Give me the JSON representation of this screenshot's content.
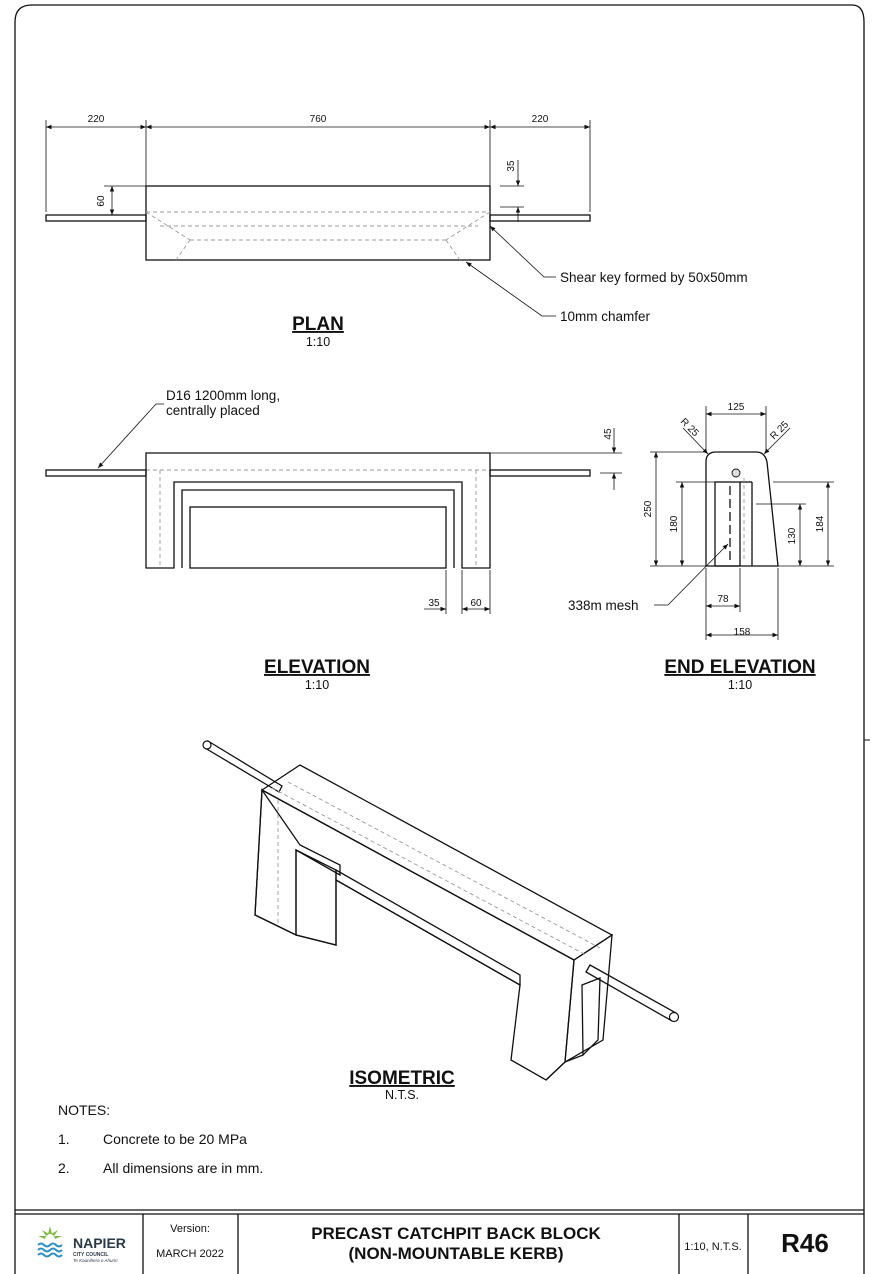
{
  "plan": {
    "title": "PLAN",
    "scale": "1:10",
    "dims": {
      "left": "220",
      "middle": "760",
      "right": "220",
      "edge_top": "35",
      "rod_offset": "60"
    },
    "callout_shear_key": "Shear key formed by 50x50mm",
    "callout_chamfer": "10mm chamfer"
  },
  "elevation": {
    "title": "ELEVATION",
    "scale": "1:10",
    "rod_note_line1": "D16 1200mm long,",
    "rod_note_line2": "centrally placed",
    "dims": {
      "top": "45",
      "leg_inner": "35",
      "leg_outer": "60"
    }
  },
  "end_elevation": {
    "title": "END ELEVATION",
    "scale": "1:10",
    "dims": {
      "top_width": "125",
      "radius_left": "R 25",
      "radius_right": "R 25",
      "height_total": "250",
      "height_inner": "180",
      "height_right_inner": "130",
      "height_right": "184",
      "leg_width": "78",
      "base_width": "158"
    },
    "mesh_note": "338m mesh"
  },
  "isometric": {
    "title": "ISOMETRIC",
    "scale": "N.T.S."
  },
  "notes": {
    "heading": "NOTES:",
    "items": [
      {
        "num": "1.",
        "text": "Concrete to be 20 MPa"
      },
      {
        "num": "2.",
        "text": "All dimensions are in mm."
      }
    ]
  },
  "title_block": {
    "logo_name": "NAPIER",
    "logo_sub": "CITY COUNCIL",
    "logo_tagline": "Te Kaunihera o Ahuriri",
    "version_label": "Version:",
    "version_value": "MARCH 2022",
    "title_line1": "PRECAST CATCHPIT BACK BLOCK",
    "title_line2": "(NON-MOUNTABLE KERB)",
    "scale": "1:10, N.T.S.",
    "code": "R46"
  },
  "colors": {
    "logo_green": "#7dbb42",
    "logo_blue": "#2a8fc7",
    "line": "#111111",
    "hidden_line": "#9a9a9a"
  }
}
